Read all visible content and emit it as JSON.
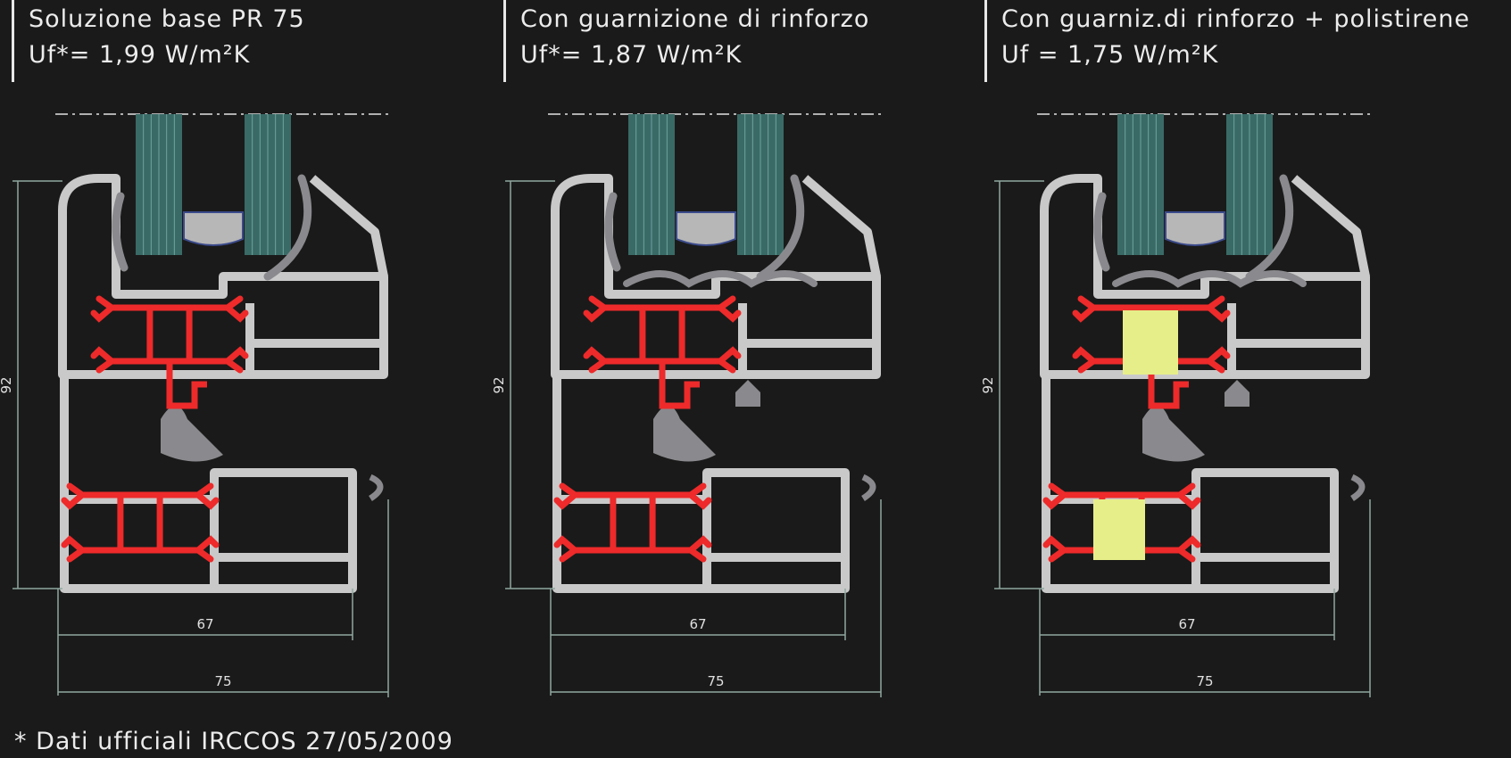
{
  "panels": [
    {
      "title": "Soluzione base PR 75",
      "value": "Uf*= 1,99 W/m²K",
      "insulation": false
    },
    {
      "title": "Con guarnizione di rinforzo",
      "value": "Uf*= 1,87 W/m²K",
      "insulation": false
    },
    {
      "title": "Con guarniz.di rinforzo + polistirene",
      "value": "Uf = 1,75 W/m²K",
      "insulation": true
    }
  ],
  "dimensions": {
    "height": "92",
    "inner_width": "67",
    "outer_width": "75"
  },
  "footnote": "* Dati ufficiali IRCCOS 27/05/2009",
  "colors": {
    "background": "#1a1a1a",
    "aluminium": "#c9c9c9",
    "thermal_break": "#ee2a2a",
    "gasket": "#8a8a8e",
    "glass": "#3a6a66",
    "polystyrene": "#e6ee8a",
    "dimension_line": "#8fa7a0"
  }
}
